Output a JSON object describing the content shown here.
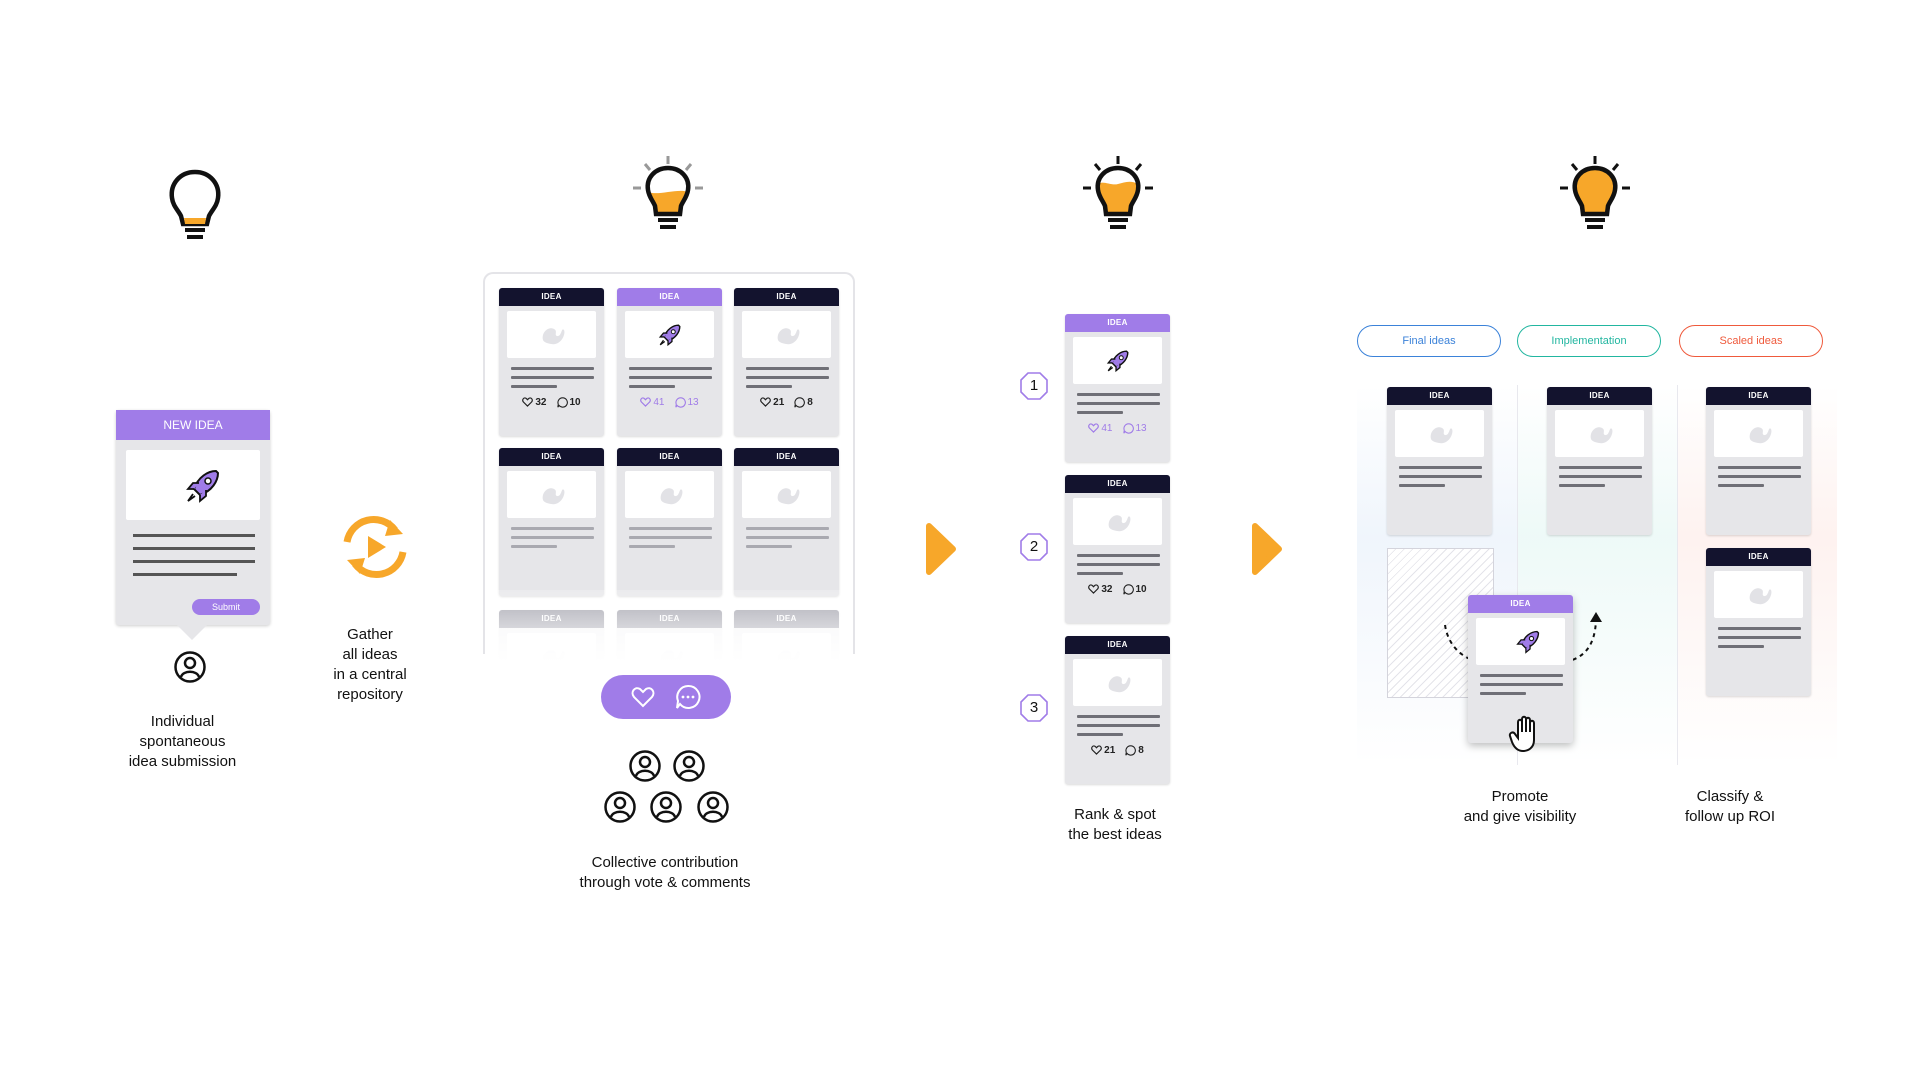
{
  "steps": [
    {
      "caption": [
        "Individual",
        "spontaneous",
        "idea submission"
      ]
    },
    {
      "caption": [
        "Gather",
        "all ideas",
        "in a central",
        "repository"
      ]
    },
    {
      "caption": [
        "Collective contribution",
        "through vote & comments"
      ]
    },
    {
      "caption": [
        "Rank & spot",
        "the best ideas"
      ]
    },
    {
      "caption": [
        "Promote",
        "and give visibility"
      ]
    },
    {
      "caption": [
        "Classify &",
        "follow up ROI"
      ]
    }
  ],
  "new_idea_form": {
    "header": "NEW IDEA",
    "submit_label": "Submit"
  },
  "card_label": "IDEA",
  "grid_cards": [
    {
      "likes": "32",
      "comments": "10",
      "highlight": false,
      "icon": "placeholder-icon"
    },
    {
      "likes": "41",
      "comments": "13",
      "highlight": true,
      "icon": "rocket-icon"
    },
    {
      "likes": "21",
      "comments": "8",
      "highlight": false,
      "icon": "placeholder-icon"
    }
  ],
  "ranking": [
    {
      "rank": "1",
      "likes": "41",
      "comments": "13",
      "highlight": true
    },
    {
      "rank": "2",
      "likes": "32",
      "comments": "10",
      "highlight": false
    },
    {
      "rank": "3",
      "likes": "21",
      "comments": "8",
      "highlight": false
    }
  ],
  "columns": [
    {
      "label": "Final ideas",
      "color": "#3b82d9"
    },
    {
      "label": "Implementation",
      "color": "#22b6a0"
    },
    {
      "label": "Scaled ideas",
      "color": "#ef5a3c"
    }
  ],
  "colors": {
    "accent_purple": "#a07ce8",
    "navy": "#13132e",
    "orange": "#f7a72a"
  }
}
